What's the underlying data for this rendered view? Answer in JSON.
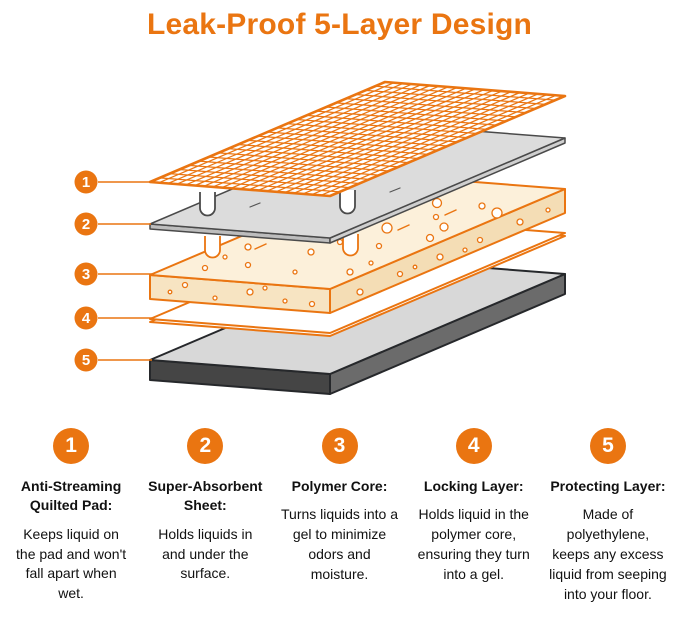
{
  "title": "Leak-Proof 5-Layer Design",
  "accent_color": "#EA7511",
  "features": [
    {
      "number": "1",
      "heading": "Anti-Streaming Quilted Pad:",
      "description": "Keeps liquid on the pad and won't fall apart when wet."
    },
    {
      "number": "2",
      "heading": "Super-Absorbent Sheet:",
      "description": "Holds liquids in and under the surface."
    },
    {
      "number": "3",
      "heading": "Polymer Core:",
      "description": "Turns liquids into a gel to minimize odors and moisture."
    },
    {
      "number": "4",
      "heading": "Locking Layer:",
      "description": "Holds liquid in the polymer core, ensuring they turn into a gel."
    },
    {
      "number": "5",
      "heading": "Protecting Layer:",
      "description": "Made of polyethylene, keeps any excess liquid from seeping into your floor."
    }
  ]
}
